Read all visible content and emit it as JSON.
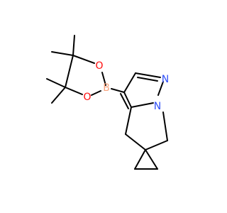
{
  "colors": {
    "bond": "#000000",
    "boron": "#f9a27c",
    "oxygen": "#ff0d0d",
    "nitrogen": "#3050f8"
  },
  "atoms": {
    "boron": "B",
    "oxygen_top": "O",
    "oxygen_bottom": "O",
    "nitrogen_pyridine": "N",
    "nitrogen_pyrrole": "N"
  }
}
